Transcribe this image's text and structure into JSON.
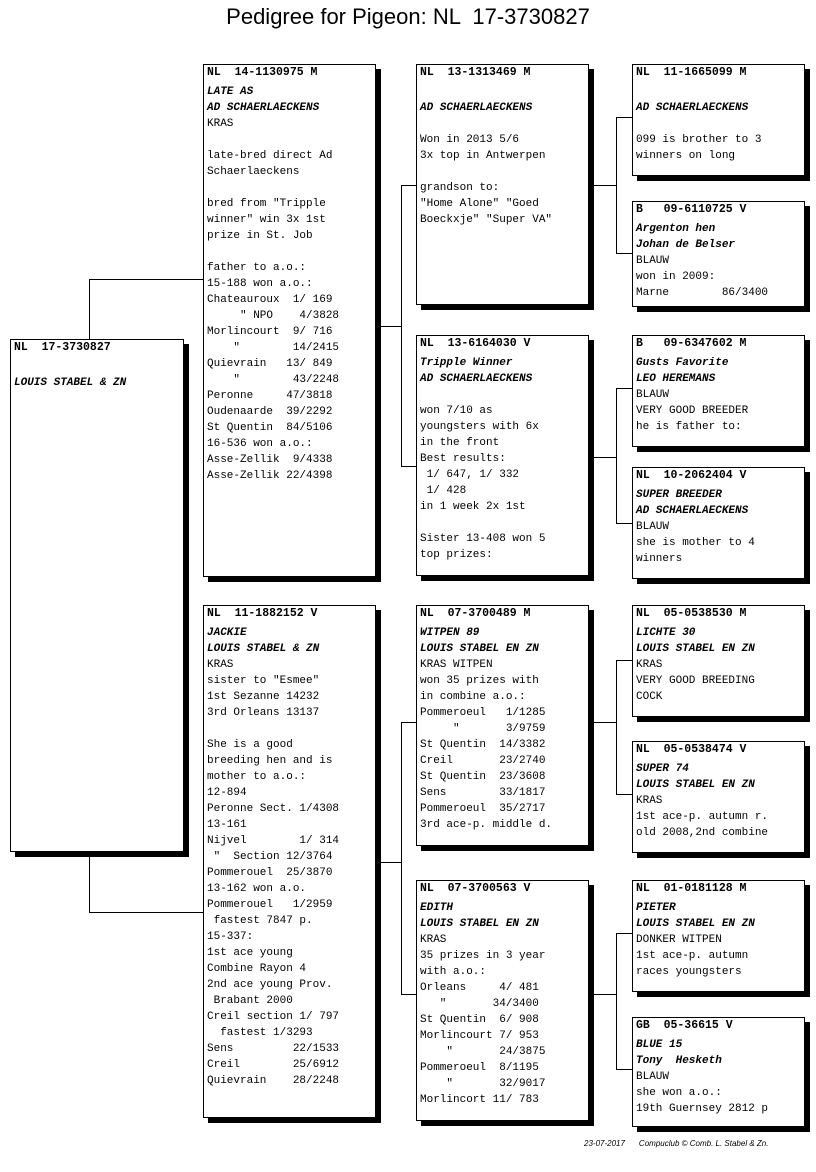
{
  "title": "Pedigree for Pigeon: NL  17-3730827",
  "footer": {
    "date": "23-07-2017",
    "credit": "Compuclub © Comb. L. Stabel & Zn."
  },
  "cards": {
    "main": {
      "hdr": "NL  17-3730827",
      "lines": [
        "",
        "LOUIS STABEL & ZN"
      ],
      "italic": [
        1
      ]
    },
    "sire": {
      "hdr": "NL  14-1130975 M",
      "lines": [
        "LATE AS",
        "AD SCHAERLAECKENS",
        "KRAS",
        "",
        "late-bred direct Ad",
        "Schaerlaeckens",
        "",
        "bred from \"Tripple",
        "winner\" win 3x 1st",
        "prize in St. Job",
        "",
        "father to a.o.:",
        "15-188 won a.o.:",
        "Chateauroux  1/ 169",
        "     \" NPO    4/3828",
        "Morlincourt  9/ 716",
        "    \"        14/2415",
        "Quievrain   13/ 849",
        "    \"        43/2248",
        "Peronne     47/3818",
        "Oudenaarde  39/2292",
        "St Quentin  84/5106",
        "16-536 won a.o.:",
        "Asse-Zellik  9/4338",
        "Asse-Zellik 22/4398"
      ],
      "italic": [
        0,
        1
      ]
    },
    "dam": {
      "hdr": "NL  11-1882152 V",
      "lines": [
        "JACKIE",
        "LOUIS STABEL & ZN",
        "KRAS",
        "sister to \"Esmee\"",
        "1st Sezanne 14232",
        "3rd Orleans 13137",
        "",
        "She is a good",
        "breeding hen and is",
        "mother to a.o.:",
        "12-894",
        "Peronne Sect. 1/4308",
        "13-161",
        "Nijvel        1/ 314",
        " \"  Section 12/3764",
        "Pommerouel  25/3870",
        "13-162 won a.o.",
        "Pommerouel   1/2959",
        " fastest 7847 p.",
        "15-337:",
        "1st ace young",
        "Combine Rayon 4",
        "2nd ace young Prov.",
        " Brabant 2000",
        "Creil section 1/ 797",
        "  fastest 1/3293",
        "Sens         22/1533",
        "Creil        25/6912",
        "Quievrain    28/2248"
      ],
      "italic": [
        0,
        1
      ]
    },
    "ss": {
      "hdr": "NL  13-1313469 M",
      "lines": [
        "",
        "AD SCHAERLAECKENS",
        "",
        "Won in 2013 5/6",
        "3x top in Antwerpen",
        "",
        "grandson to:",
        "\"Home Alone\" \"Goed",
        "Boeckxje\" \"Super VA\""
      ],
      "italic": [
        1
      ]
    },
    "sd": {
      "hdr": "NL  13-6164030 V",
      "lines": [
        "Tripple Winner",
        "AD SCHAERLAECKENS",
        "",
        "won 7/10 as",
        "youngsters with 6x",
        "in the front",
        "Best results:",
        " 1/ 647, 1/ 332",
        " 1/ 428",
        "in 1 week 2x 1st",
        "",
        "Sister 13-408 won 5",
        "top prizes:"
      ],
      "italic": [
        0,
        1
      ]
    },
    "ds": {
      "hdr": "NL  07-3700489 M",
      "lines": [
        "WITPEN 89",
        "LOUIS STABEL EN ZN",
        "KRAS WITPEN",
        "won 35 prizes with",
        "in combine a.o.:",
        "Pommeroeul   1/1285",
        "     \"       3/9759",
        "St Quentin  14/3382",
        "Creil       23/2740",
        "St Quentin  23/3608",
        "Sens        33/1817",
        "Pommeroeul  35/2717",
        "3rd ace-p. middle d."
      ],
      "italic": [
        0,
        1
      ]
    },
    "dd": {
      "hdr": "NL  07-3700563 V",
      "lines": [
        "EDITH",
        "LOUIS STABEL EN ZN",
        "KRAS",
        "35 prizes in 3 year",
        "with a.o.:",
        "Orleans     4/ 481",
        "   \"       34/3400",
        "St Quentin  6/ 908",
        "Morlincourt 7/ 953",
        "    \"       24/3875",
        "Pommeroeul  8/1195",
        "    \"       32/9017",
        "Morlincort 11/ 783"
      ],
      "italic": [
        0,
        1
      ]
    },
    "sss": {
      "hdr": "NL  11-1665099 M",
      "lines": [
        "",
        "AD SCHAERLAECKENS",
        "",
        "099 is brother to 3",
        "winners on long"
      ],
      "italic": [
        1
      ]
    },
    "ssd": {
      "hdr": "B   09-6110725 V",
      "lines": [
        "Argenton hen",
        "Johan de Belser",
        "BLAUW",
        "won in 2009:",
        "Marne        86/3400"
      ],
      "italic": [
        0,
        1
      ]
    },
    "sds": {
      "hdr": "B   09-6347602 M",
      "lines": [
        "Gusts Favorite",
        "LEO HEREMANS",
        "BLAUW",
        "VERY GOOD BREEDER",
        "he is father to:"
      ],
      "italic": [
        0,
        1
      ]
    },
    "sdd": {
      "hdr": "NL  10-2062404 V",
      "lines": [
        "SUPER BREEDER",
        "AD SCHAERLAECKENS",
        "BLAUW",
        "she is mother to 4",
        "winners"
      ],
      "italic": [
        0,
        1
      ]
    },
    "dss": {
      "hdr": "NL  05-0538530 M",
      "lines": [
        "LICHTE 30",
        "LOUIS STABEL EN ZN",
        "KRAS",
        "VERY GOOD BREEDING",
        "COCK"
      ],
      "italic": [
        0,
        1
      ]
    },
    "dsd": {
      "hdr": "NL  05-0538474 V",
      "lines": [
        "SUPER 74",
        "LOUIS STABEL EN ZN",
        "KRAS",
        "1st ace-p. autumn r.",
        "old 2008,2nd combine"
      ],
      "italic": [
        0,
        1
      ]
    },
    "dds": {
      "hdr": "NL  01-0181128 M",
      "lines": [
        "PIETER",
        "LOUIS STABEL EN ZN",
        "DONKER WITPEN",
        "1st ace-p. autumn",
        "races youngsters"
      ],
      "italic": [
        0,
        1
      ]
    },
    "ddd": {
      "hdr": "GB  05-36615 V",
      "lines": [
        "BLUE 15",
        "Tony  Hesketh",
        "BLAUW",
        "she won a.o.:",
        "19th Guernsey 2812 p"
      ],
      "italic": [
        0,
        1
      ]
    }
  }
}
